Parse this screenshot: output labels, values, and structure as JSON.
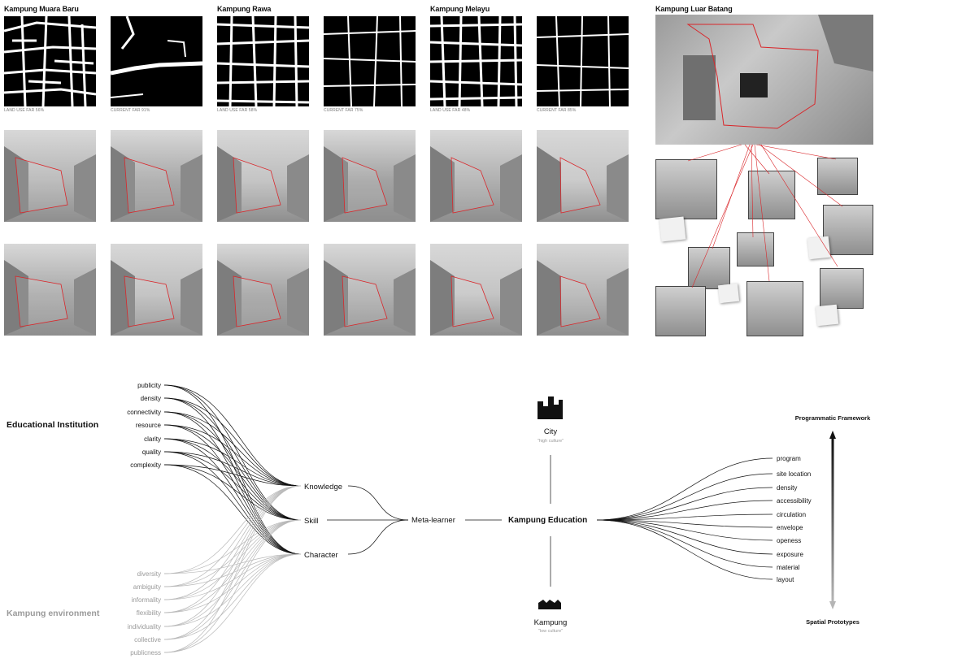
{
  "kampungs": [
    {
      "name": "Kampung Muara Baru",
      "land_use": "LAND USE FAR 56%",
      "current": "CURRENT FAR 91%"
    },
    {
      "name": "Kampung Rawa",
      "land_use": "LAND USE FAR 58%",
      "current": "CURRENT FAR 75%"
    },
    {
      "name": "Kampung Melayu",
      "land_use": "LAND USE FAR 48%",
      "current": "CURRENT FAR 85%"
    }
  ],
  "luar_batang": {
    "title": "Kampung Luar Batang"
  },
  "diagram": {
    "left_top_label": "Educational Institution",
    "left_bottom_label": "Kampung environment",
    "institution_attrs": [
      "publicity",
      "density",
      "connectivity",
      "resource",
      "clarity",
      "quality",
      "complexity"
    ],
    "kampung_attrs": [
      "diversity",
      "ambiguity",
      "informality",
      "flexibility",
      "individuality",
      "collective",
      "publicness"
    ],
    "mid_nodes": [
      "Knowledge",
      "Skill",
      "Character"
    ],
    "meta": "Meta-learner",
    "center": "Kampung Education",
    "city": {
      "name": "City",
      "sub": "\"high culture\""
    },
    "kampung": {
      "name": "Kampung",
      "sub": "\"low culture\""
    },
    "right_attrs": [
      "program",
      "site location",
      "density",
      "accessibility",
      "circulation",
      "envelope",
      "openess",
      "exposure",
      "material",
      "layout"
    ],
    "axis_top": "Programmatic Framework",
    "axis_bottom": "Spatial Prototypes"
  },
  "colors": {
    "accent_red": "#d9262a",
    "ink": "#111111",
    "grey_text": "#9a9a9a"
  }
}
